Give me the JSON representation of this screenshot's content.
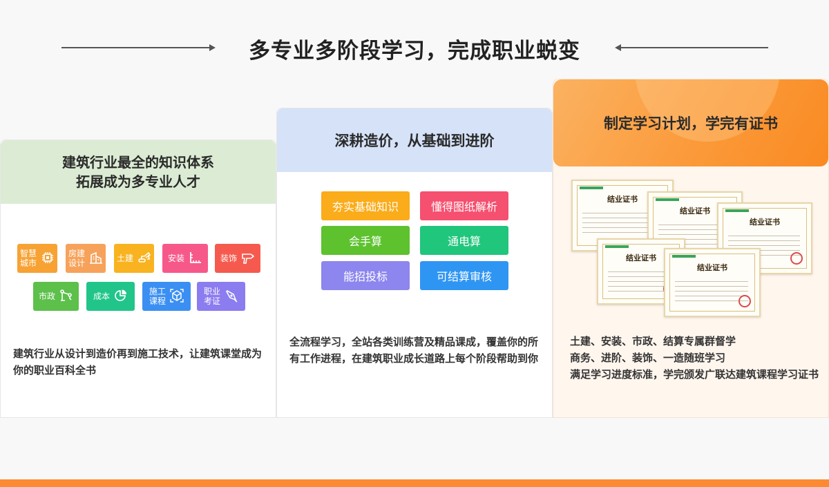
{
  "header": {
    "title": "多专业多阶段学习，完成职业蜕变"
  },
  "panel1": {
    "heading_line1": "建筑行业最全的知识体系",
    "heading_line2": "拓展成为多专业人才",
    "tags": [
      {
        "label": "智慧\n城市",
        "icon": "chip-icon",
        "color": "#f7a233"
      },
      {
        "label": "房建\n设计",
        "icon": "building-icon",
        "color": "#f7a25a"
      },
      {
        "label": "土建",
        "icon": "excavator-icon",
        "color": "#f9b320"
      },
      {
        "label": "安装",
        "icon": "ruler-icon",
        "color": "#f7588a"
      },
      {
        "label": "装饰",
        "icon": "paint-gun-icon",
        "color": "#f65a4e"
      },
      {
        "label": "市政",
        "icon": "crane-icon",
        "color": "#5cc04a"
      },
      {
        "label": "成本",
        "icon": "pie-chart-icon",
        "color": "#21c58a"
      },
      {
        "label": "施工\n课程",
        "icon": "cube-icon",
        "color": "#3b8ff2"
      },
      {
        "label": "职业\n考证",
        "icon": "pen-icon",
        "color": "#8b7cf0"
      }
    ],
    "description": "建筑行业从设计到造价再到施工技术，让建筑课堂成为你的职业百科全书"
  },
  "panel2": {
    "heading": "深耕造价，从基础到进阶",
    "pills": [
      {
        "label": "夯实基础知识",
        "color": "#fbac1a"
      },
      {
        "label": "懂得图纸解析",
        "color": "#f5506f"
      },
      {
        "label": "会手算",
        "color": "#5dc22e"
      },
      {
        "label": "通电算",
        "color": "#21c67d"
      },
      {
        "label": "能招投标",
        "color": "#8d86ee"
      },
      {
        "label": "可结算审核",
        "color": "#2f95f3"
      }
    ],
    "description": "全流程学习，全站各类训练营及精品课成，覆盖你的所有工作进程，在建筑职业成长道路上每个阶段帮助到你"
  },
  "panel3": {
    "heading": "制定学习计划，学完有证书",
    "cert_title": "结业证书",
    "description_line1": "土建、安装、市政、结算专属群督学",
    "description_line2": "商务、进阶、装饰、一造随班学习",
    "description_line3": "满足学习进度标准，学完颁发广联达建筑课程学习证书"
  },
  "colors": {
    "accent_orange": "#fb8a33",
    "panel1_head": "#dcecd4",
    "panel2_head": "#d5e2f7"
  }
}
